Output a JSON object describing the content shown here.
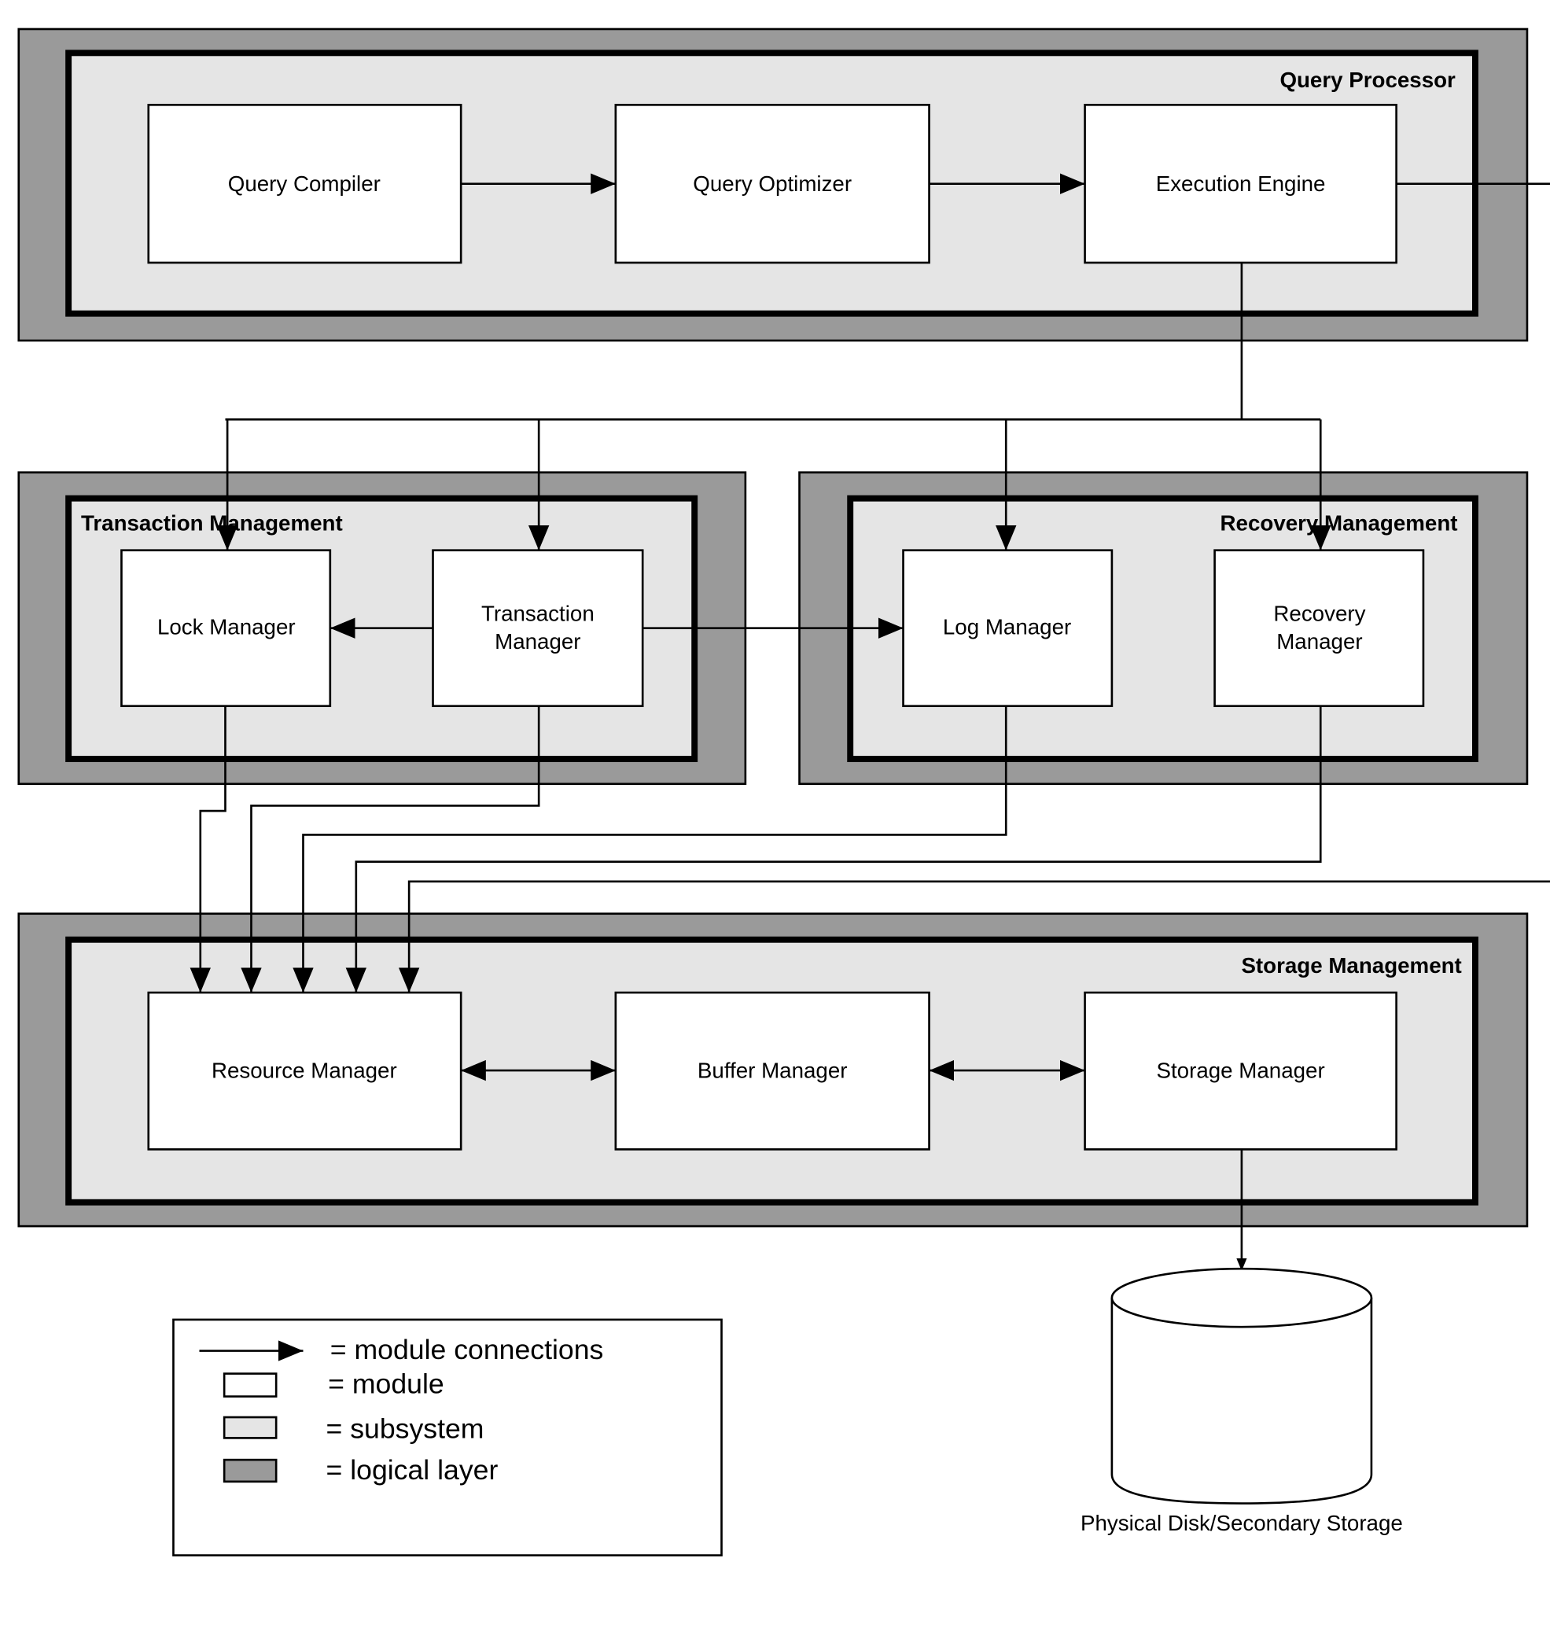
{
  "colors": {
    "module": "#ffffff",
    "subsystem": "#e5e5e5",
    "logical_layer": "#9a9a9a",
    "line": "#000000"
  },
  "subsystems": {
    "query_processor": "Query Processor",
    "transaction_management": "Transaction Management",
    "recovery_management": "Recovery Management",
    "storage_management": "Storage Management"
  },
  "modules": {
    "query_compiler": "Query Compiler",
    "query_optimizer": "Query Optimizer",
    "execution_engine": "Execution Engine",
    "lock_manager": "Lock Manager",
    "transaction_manager": [
      "Transaction",
      "Manager"
    ],
    "log_manager": "Log Manager",
    "recovery_manager": [
      "Recovery",
      "Manager"
    ],
    "resource_manager": "Resource Manager",
    "buffer_manager": "Buffer Manager",
    "storage_manager": "Storage Manager"
  },
  "storage": {
    "label": "Physical Disk/Secondary Storage"
  },
  "legend": {
    "module_connections": "= module connections",
    "module": "= module",
    "subsystem": "= subsystem",
    "logical_layer": "= logical layer"
  }
}
